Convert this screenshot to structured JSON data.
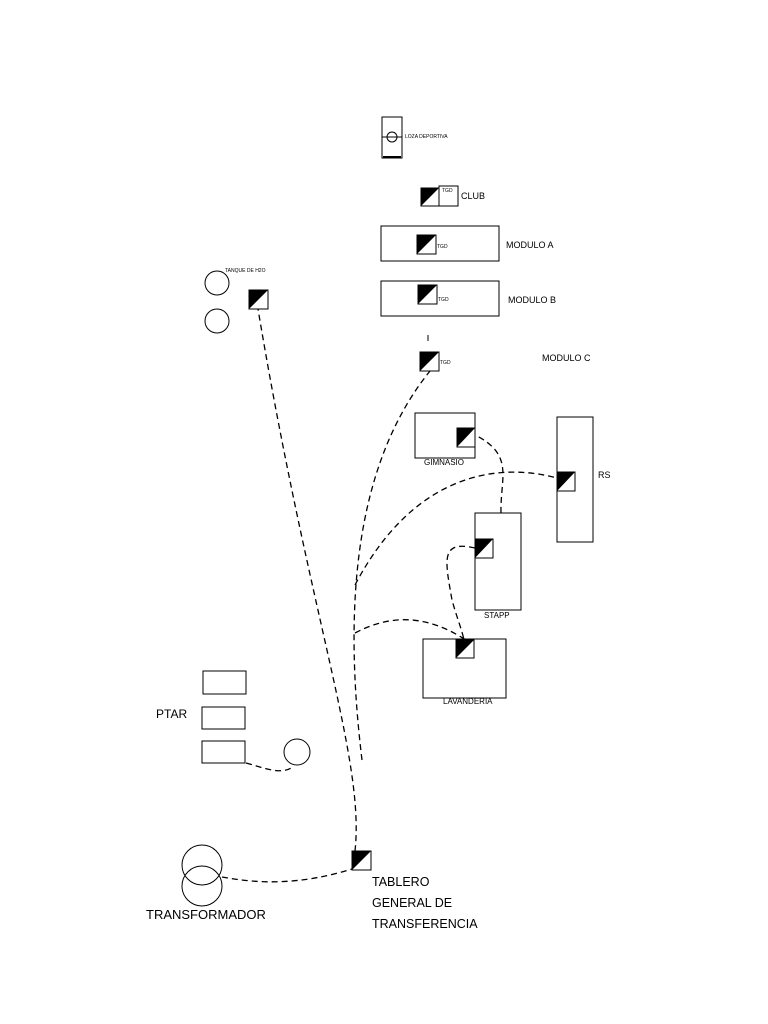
{
  "labels": {
    "loza": "LOZA DEPORTIVA",
    "club_tgd": "TGD",
    "club": "CLUB",
    "tgd_a": "TGD",
    "modulo_a": "MODULO A",
    "tgd_b": "TGD",
    "modulo_b": "MODULO B",
    "tgd_c": "TGD",
    "modulo_c": "MODULO C",
    "tanque": "TANQUE DE H2O",
    "gimnasio": "GIMNASIO",
    "rs": "RS",
    "stapp": "STAPP",
    "lavanderia": "LAVANDERIA",
    "ptar": "PTAR",
    "transformador": "TRANSFORMADOR",
    "tablero_line1": "TABLERO",
    "tablero_line2": "GENERAL DE",
    "tablero_line3": "TRANSFERENCIA"
  },
  "colors": {
    "stroke": "#000000",
    "fill": "#000000",
    "background": "#ffffff"
  }
}
